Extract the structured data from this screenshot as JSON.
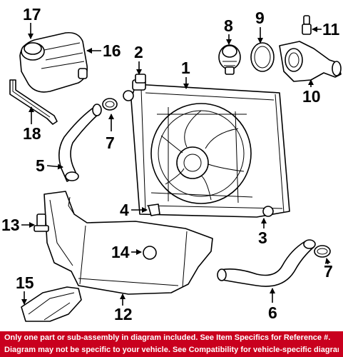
{
  "callouts": [
    {
      "id": "c1",
      "label": "1"
    },
    {
      "id": "c2",
      "label": "2"
    },
    {
      "id": "c3",
      "label": "3"
    },
    {
      "id": "c4",
      "label": "4"
    },
    {
      "id": "c5",
      "label": "5"
    },
    {
      "id": "c6",
      "label": "6"
    },
    {
      "id": "c7a",
      "label": "7"
    },
    {
      "id": "c7b",
      "label": "7"
    },
    {
      "id": "c8",
      "label": "8"
    },
    {
      "id": "c9",
      "label": "9"
    },
    {
      "id": "c10",
      "label": "10"
    },
    {
      "id": "c11",
      "label": "11"
    },
    {
      "id": "c12",
      "label": "12"
    },
    {
      "id": "c13",
      "label": "13"
    },
    {
      "id": "c14",
      "label": "14"
    },
    {
      "id": "c15",
      "label": "15"
    },
    {
      "id": "c16",
      "label": "16"
    },
    {
      "id": "c17",
      "label": "17"
    },
    {
      "id": "c18",
      "label": "18"
    }
  ],
  "notice": {
    "line1": "Only one part or sub-assembly in diagram included. See Item Specifics for Reference #.",
    "line2": "Diagram may not be specific to your vehicle. See Compatibility for vehicle-specific diagrams."
  },
  "colors": {
    "notice_bg": "#c9001e",
    "notice_text": "#ffffff",
    "line": "#000000"
  }
}
